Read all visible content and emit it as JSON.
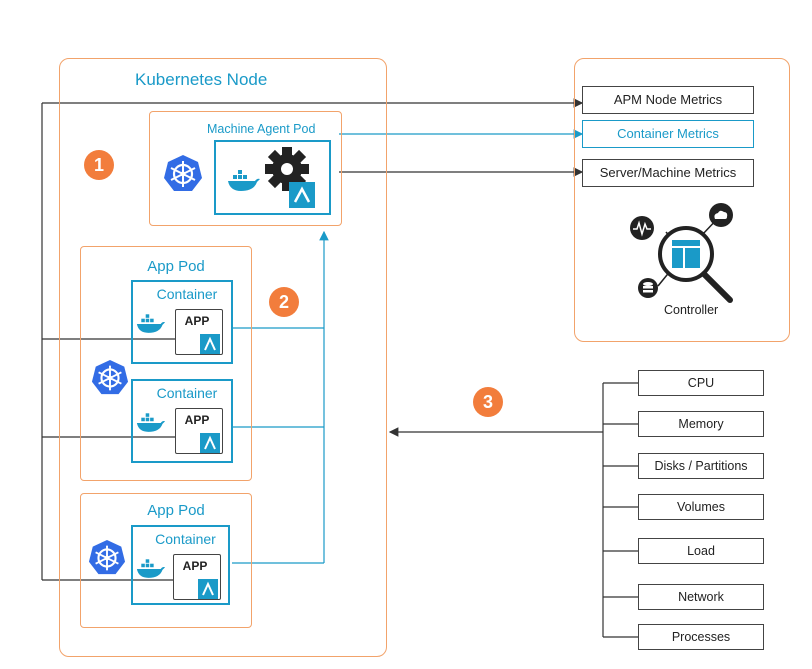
{
  "node": {
    "title": "Kubernetes Node"
  },
  "machine_agent_pod": {
    "title": "Machine Agent Pod"
  },
  "app_pods": [
    {
      "title": "App Pod",
      "containers": [
        {
          "title": "Container",
          "app": "APP"
        },
        {
          "title": "Container",
          "app": "APP"
        }
      ]
    },
    {
      "title": "App Pod",
      "containers": [
        {
          "title": "Container",
          "app": "APP"
        }
      ]
    }
  ],
  "badges": [
    "1",
    "2",
    "3"
  ],
  "controller_panel": {
    "metrics": [
      "APM Node Metrics",
      "Container Metrics",
      "Server/Machine Metrics"
    ],
    "controller_label": "Controller"
  },
  "resources": [
    "CPU",
    "Memory",
    "Disks / Partitions",
    "Volumes",
    "Load",
    "Network",
    "Processes"
  ],
  "colors": {
    "accent": "#1a9ac8",
    "orange": "#f2a36b",
    "badge": "#f27d3c",
    "k8s": "#326ce5"
  },
  "icons": [
    "kubernetes-icon",
    "docker-icon",
    "gear-icon",
    "appdynamics-icon",
    "controller-magnifier-icon"
  ]
}
